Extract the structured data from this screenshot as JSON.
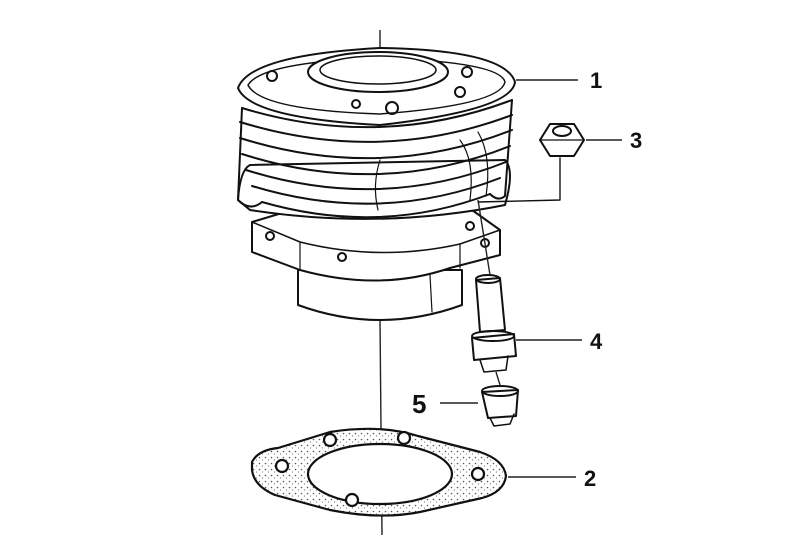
{
  "diagram": {
    "callouts": [
      {
        "number": "1",
        "part": "cylinder"
      },
      {
        "number": "2",
        "part": "base-gasket"
      },
      {
        "number": "3",
        "part": "nut"
      },
      {
        "number": "4",
        "part": "stud-bolt"
      },
      {
        "number": "5",
        "part": "sleeve"
      }
    ],
    "colors": {
      "ink": "#111111",
      "paper": "#ffffff",
      "gasket_speckle": "#555555"
    }
  }
}
